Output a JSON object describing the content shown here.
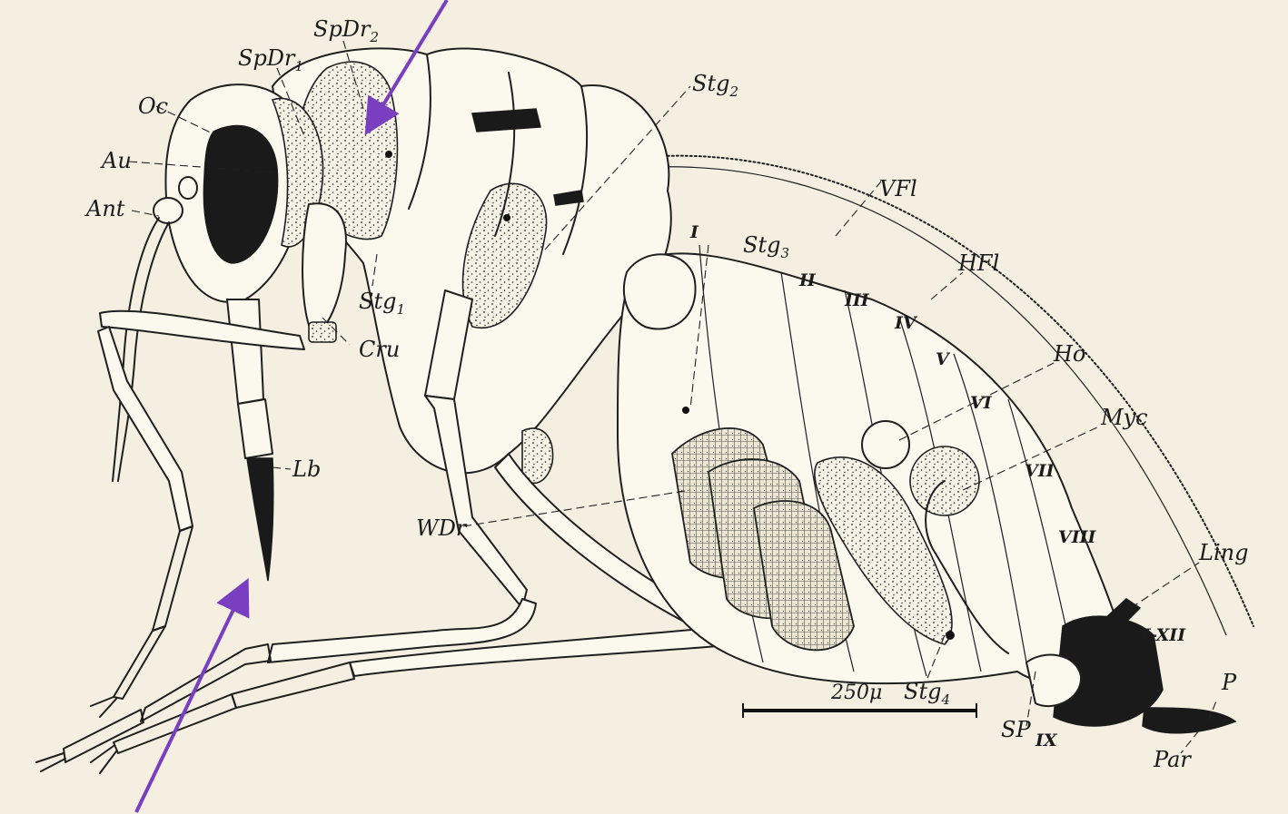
{
  "labels": {
    "spdr2": "SpDr",
    "spdr2_sub": "2",
    "spdr1": "SpDr",
    "spdr1_sub": "1",
    "oc": "Oc",
    "au": "Au",
    "ant": "Ant",
    "stg2": "Stg",
    "stg2_sub": "2",
    "vfl": "VFl",
    "hfl": "HFl",
    "stg3": "Stg",
    "stg3_sub": "3",
    "stg1": "Stg",
    "stg1_sub": "1",
    "cru": "Cru",
    "ho": "Ho",
    "myc": "Myc",
    "lb": "Lb",
    "wdr": "WDr",
    "ling": "Ling",
    "x_xii": "X-XII",
    "p": "P",
    "par": "Par",
    "sp": "SP",
    "ix": "IX",
    "stg4": "Stg",
    "stg4_sub": "4"
  },
  "segments": [
    "I",
    "II",
    "III",
    "IV",
    "V",
    "VI",
    "VII",
    "VIII"
  ],
  "scale_bar": {
    "label": "250μ"
  },
  "colors": {
    "paper": "#f4efe1",
    "ink": "#1f1f1f",
    "arrow": "#7a3fc0"
  }
}
